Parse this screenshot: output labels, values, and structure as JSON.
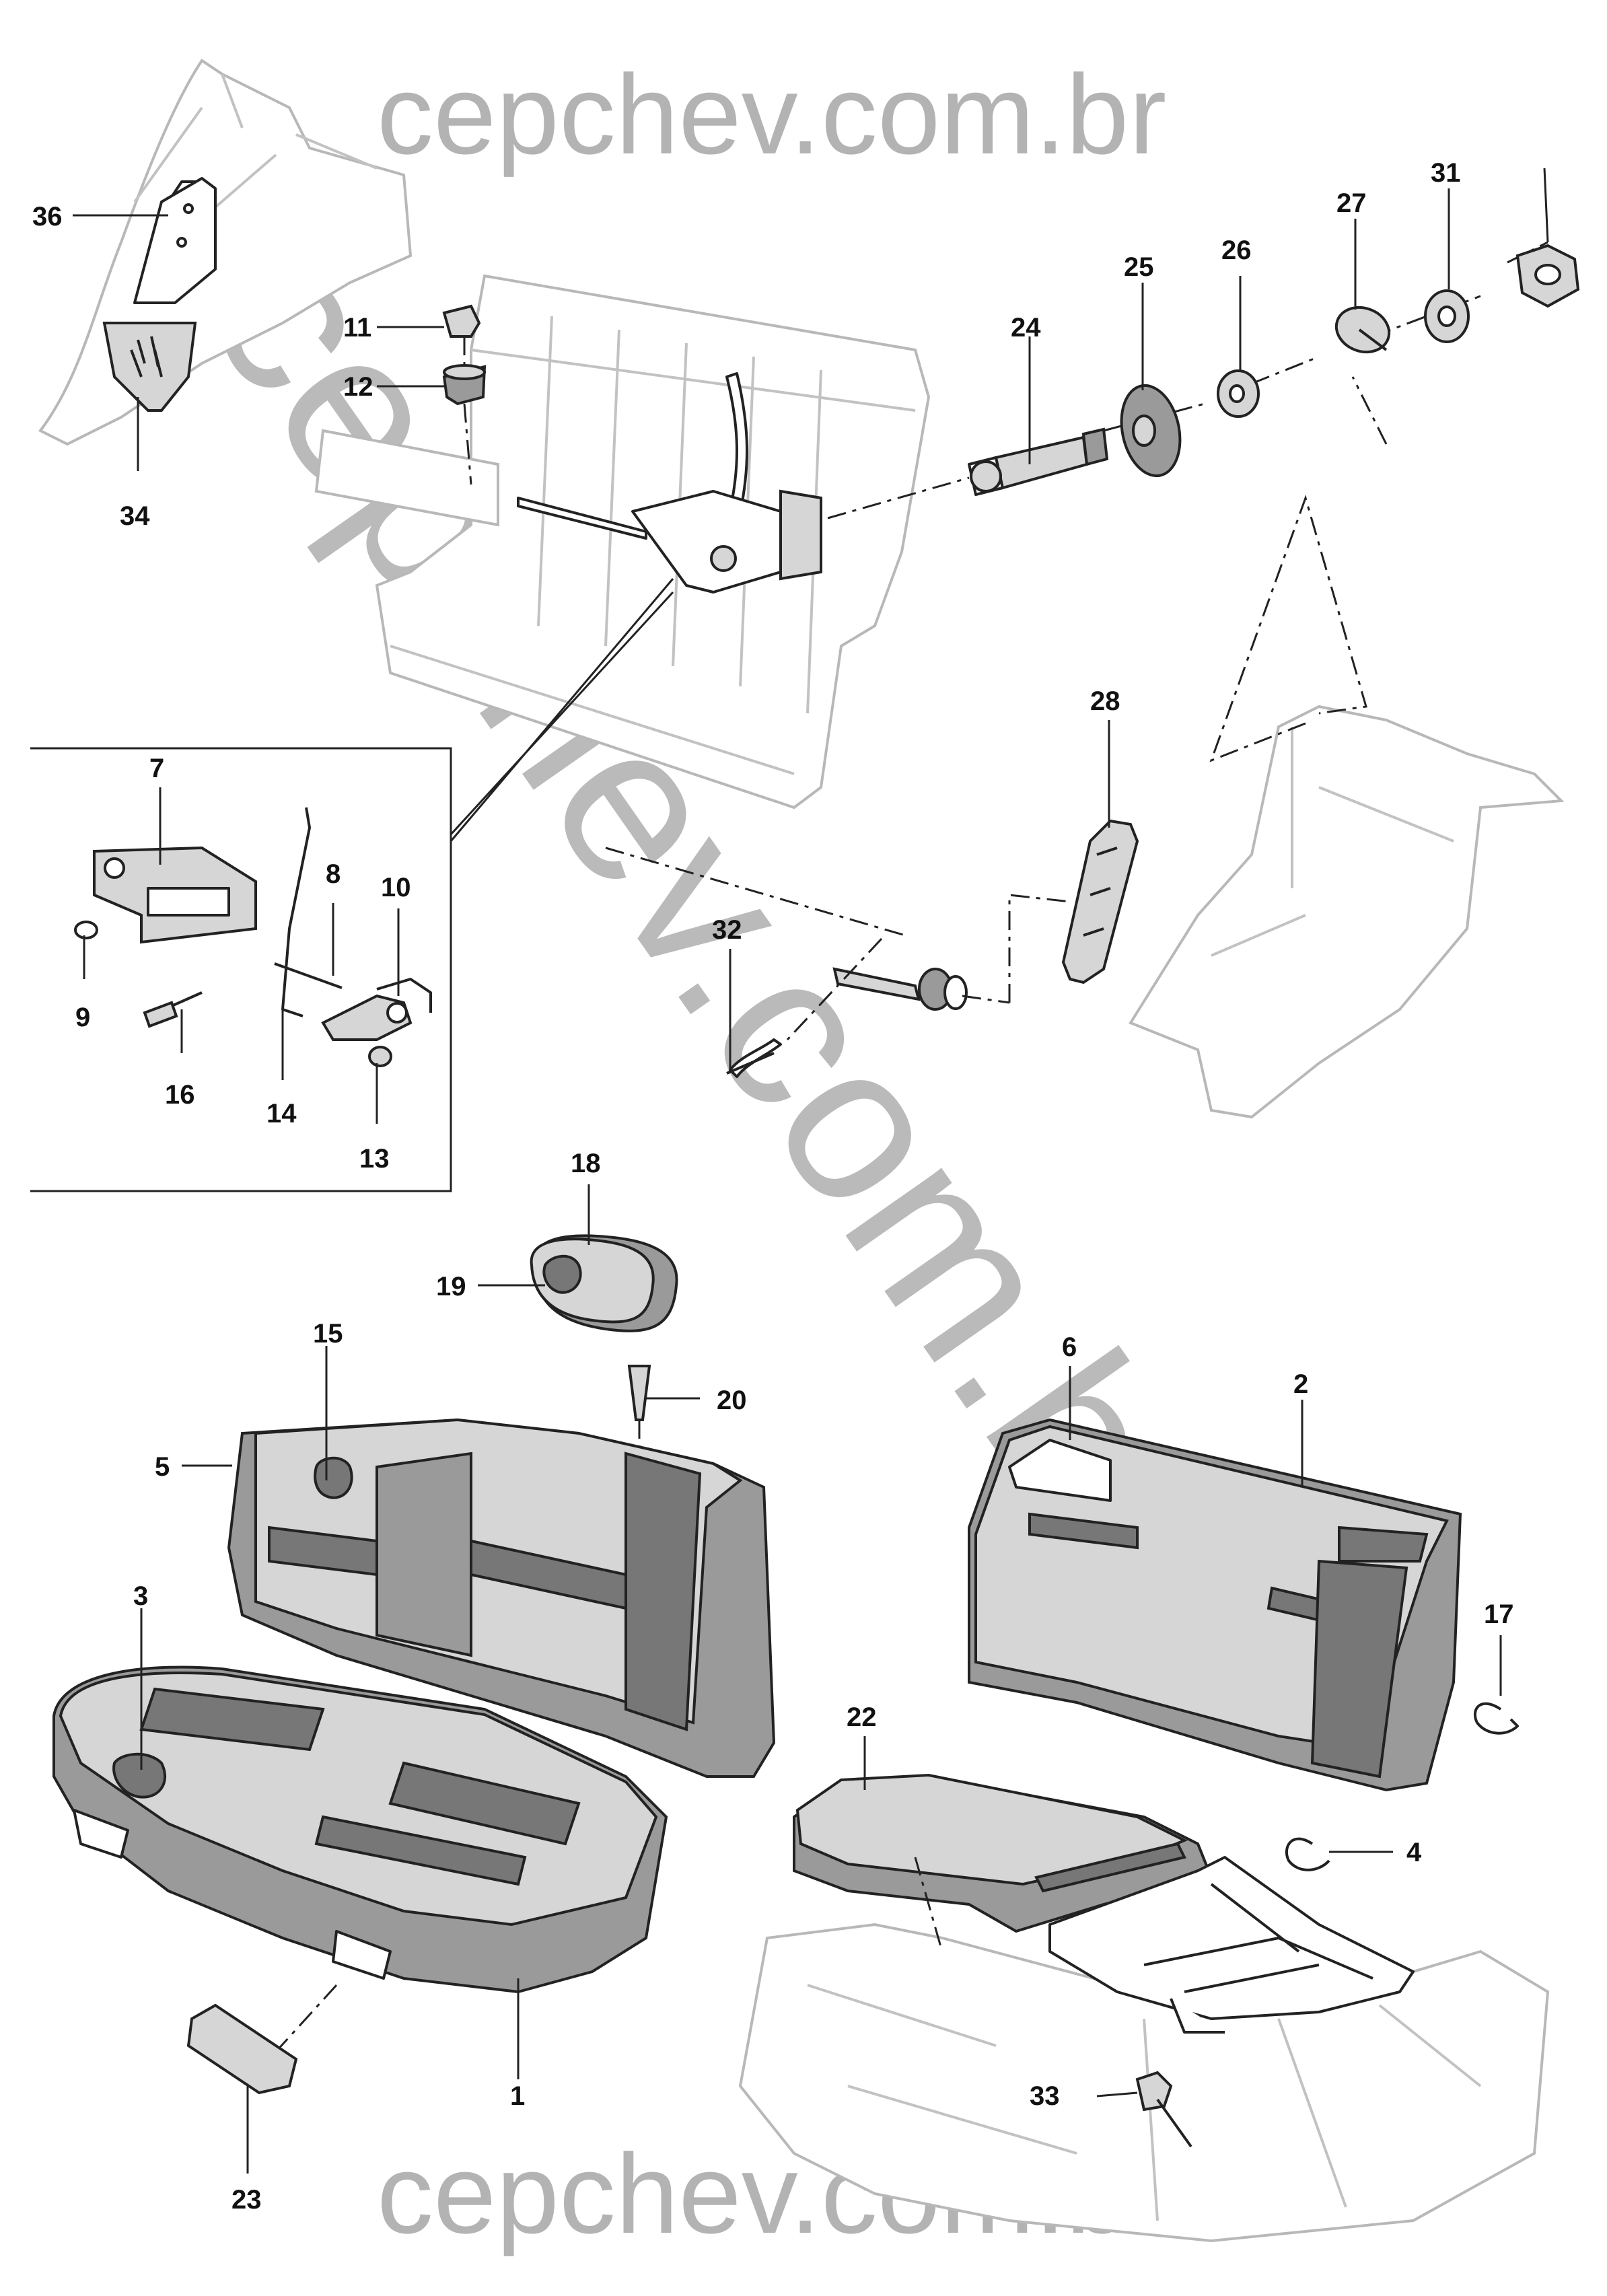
{
  "watermark": {
    "top": "cepchev.com.br",
    "diagonal": "cepchev.com.br",
    "bottom": "cepchev.com.br",
    "color": "#b3b3b3"
  },
  "callouts": [
    "1",
    "2",
    "3",
    "4",
    "5",
    "6",
    "7",
    "8",
    "9",
    "10",
    "11",
    "12",
    "13",
    "14",
    "15",
    "16",
    "17",
    "18",
    "19",
    "20",
    "22",
    "23",
    "24",
    "25",
    "26",
    "27",
    "28",
    "31",
    "32",
    "33",
    "34",
    "36"
  ],
  "icons": [
    "seat-cushion",
    "seat-back",
    "seat-cover",
    "headrest",
    "latch-mechanism",
    "striker-bolt",
    "washer",
    "nut",
    "bracket",
    "wire-frame",
    "clip",
    "bolt"
  ]
}
